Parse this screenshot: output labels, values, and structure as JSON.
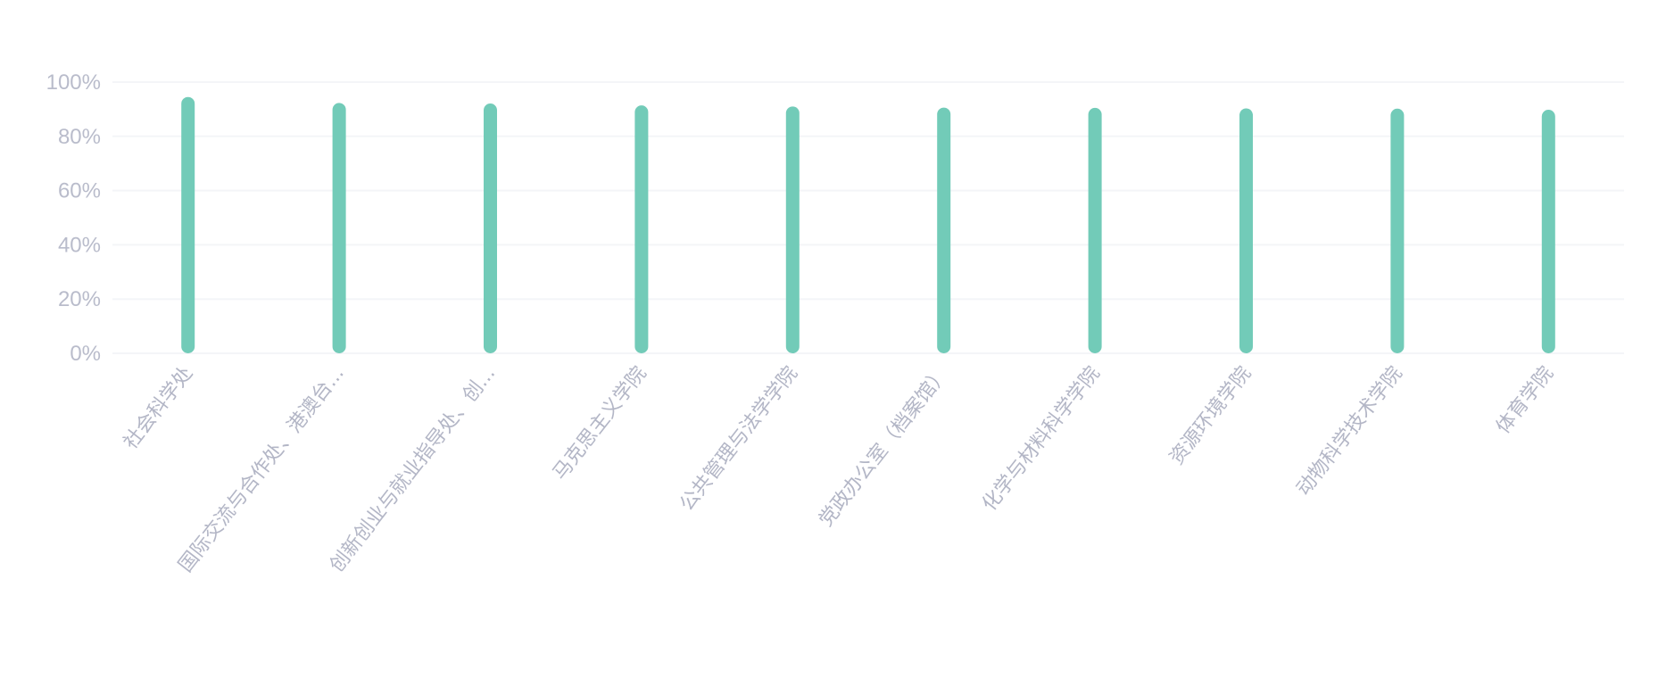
{
  "chart_data": {
    "type": "bar",
    "title": "",
    "xlabel": "",
    "ylabel": "",
    "ylim": [
      0,
      100
    ],
    "grid": true,
    "y_ticks": [
      "0%",
      "20%",
      "40%",
      "60%",
      "80%",
      "100%"
    ],
    "categories": [
      "社会科学处",
      "国际交流与合作处、港澳台...",
      "创新创业与就业指导处、创...",
      "马克思主义学院",
      "公共管理与法学学院",
      "党政办公室（档案馆）",
      "化学与材料科学学院",
      "资源环境学院",
      "动物科学技术学院",
      "体育学院"
    ],
    "values": [
      94.5,
      92.3,
      92.1,
      91.4,
      91.0,
      90.6,
      90.5,
      90.3,
      90.2,
      89.8
    ],
    "unit": "%",
    "bar_color": "#72cbb8"
  }
}
